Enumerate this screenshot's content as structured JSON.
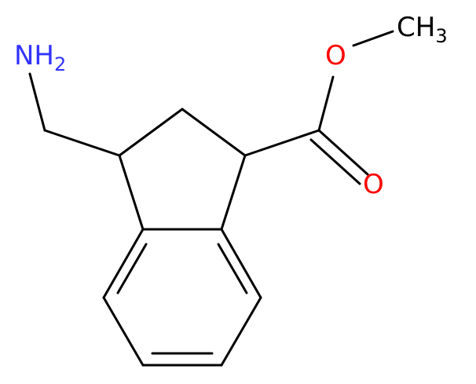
{
  "colors": {
    "bond": "#000000",
    "nitrogen": "#3333ff",
    "oxygen": "#ff0000",
    "carbon": "#000000"
  },
  "labels": {
    "amine": {
      "main": "NH",
      "sub": "2"
    },
    "carbonyl_oxygen": {
      "main": "O"
    },
    "ester_oxygen": {
      "main": "O"
    },
    "methyl": {
      "main": "CH",
      "sub": "3"
    }
  }
}
